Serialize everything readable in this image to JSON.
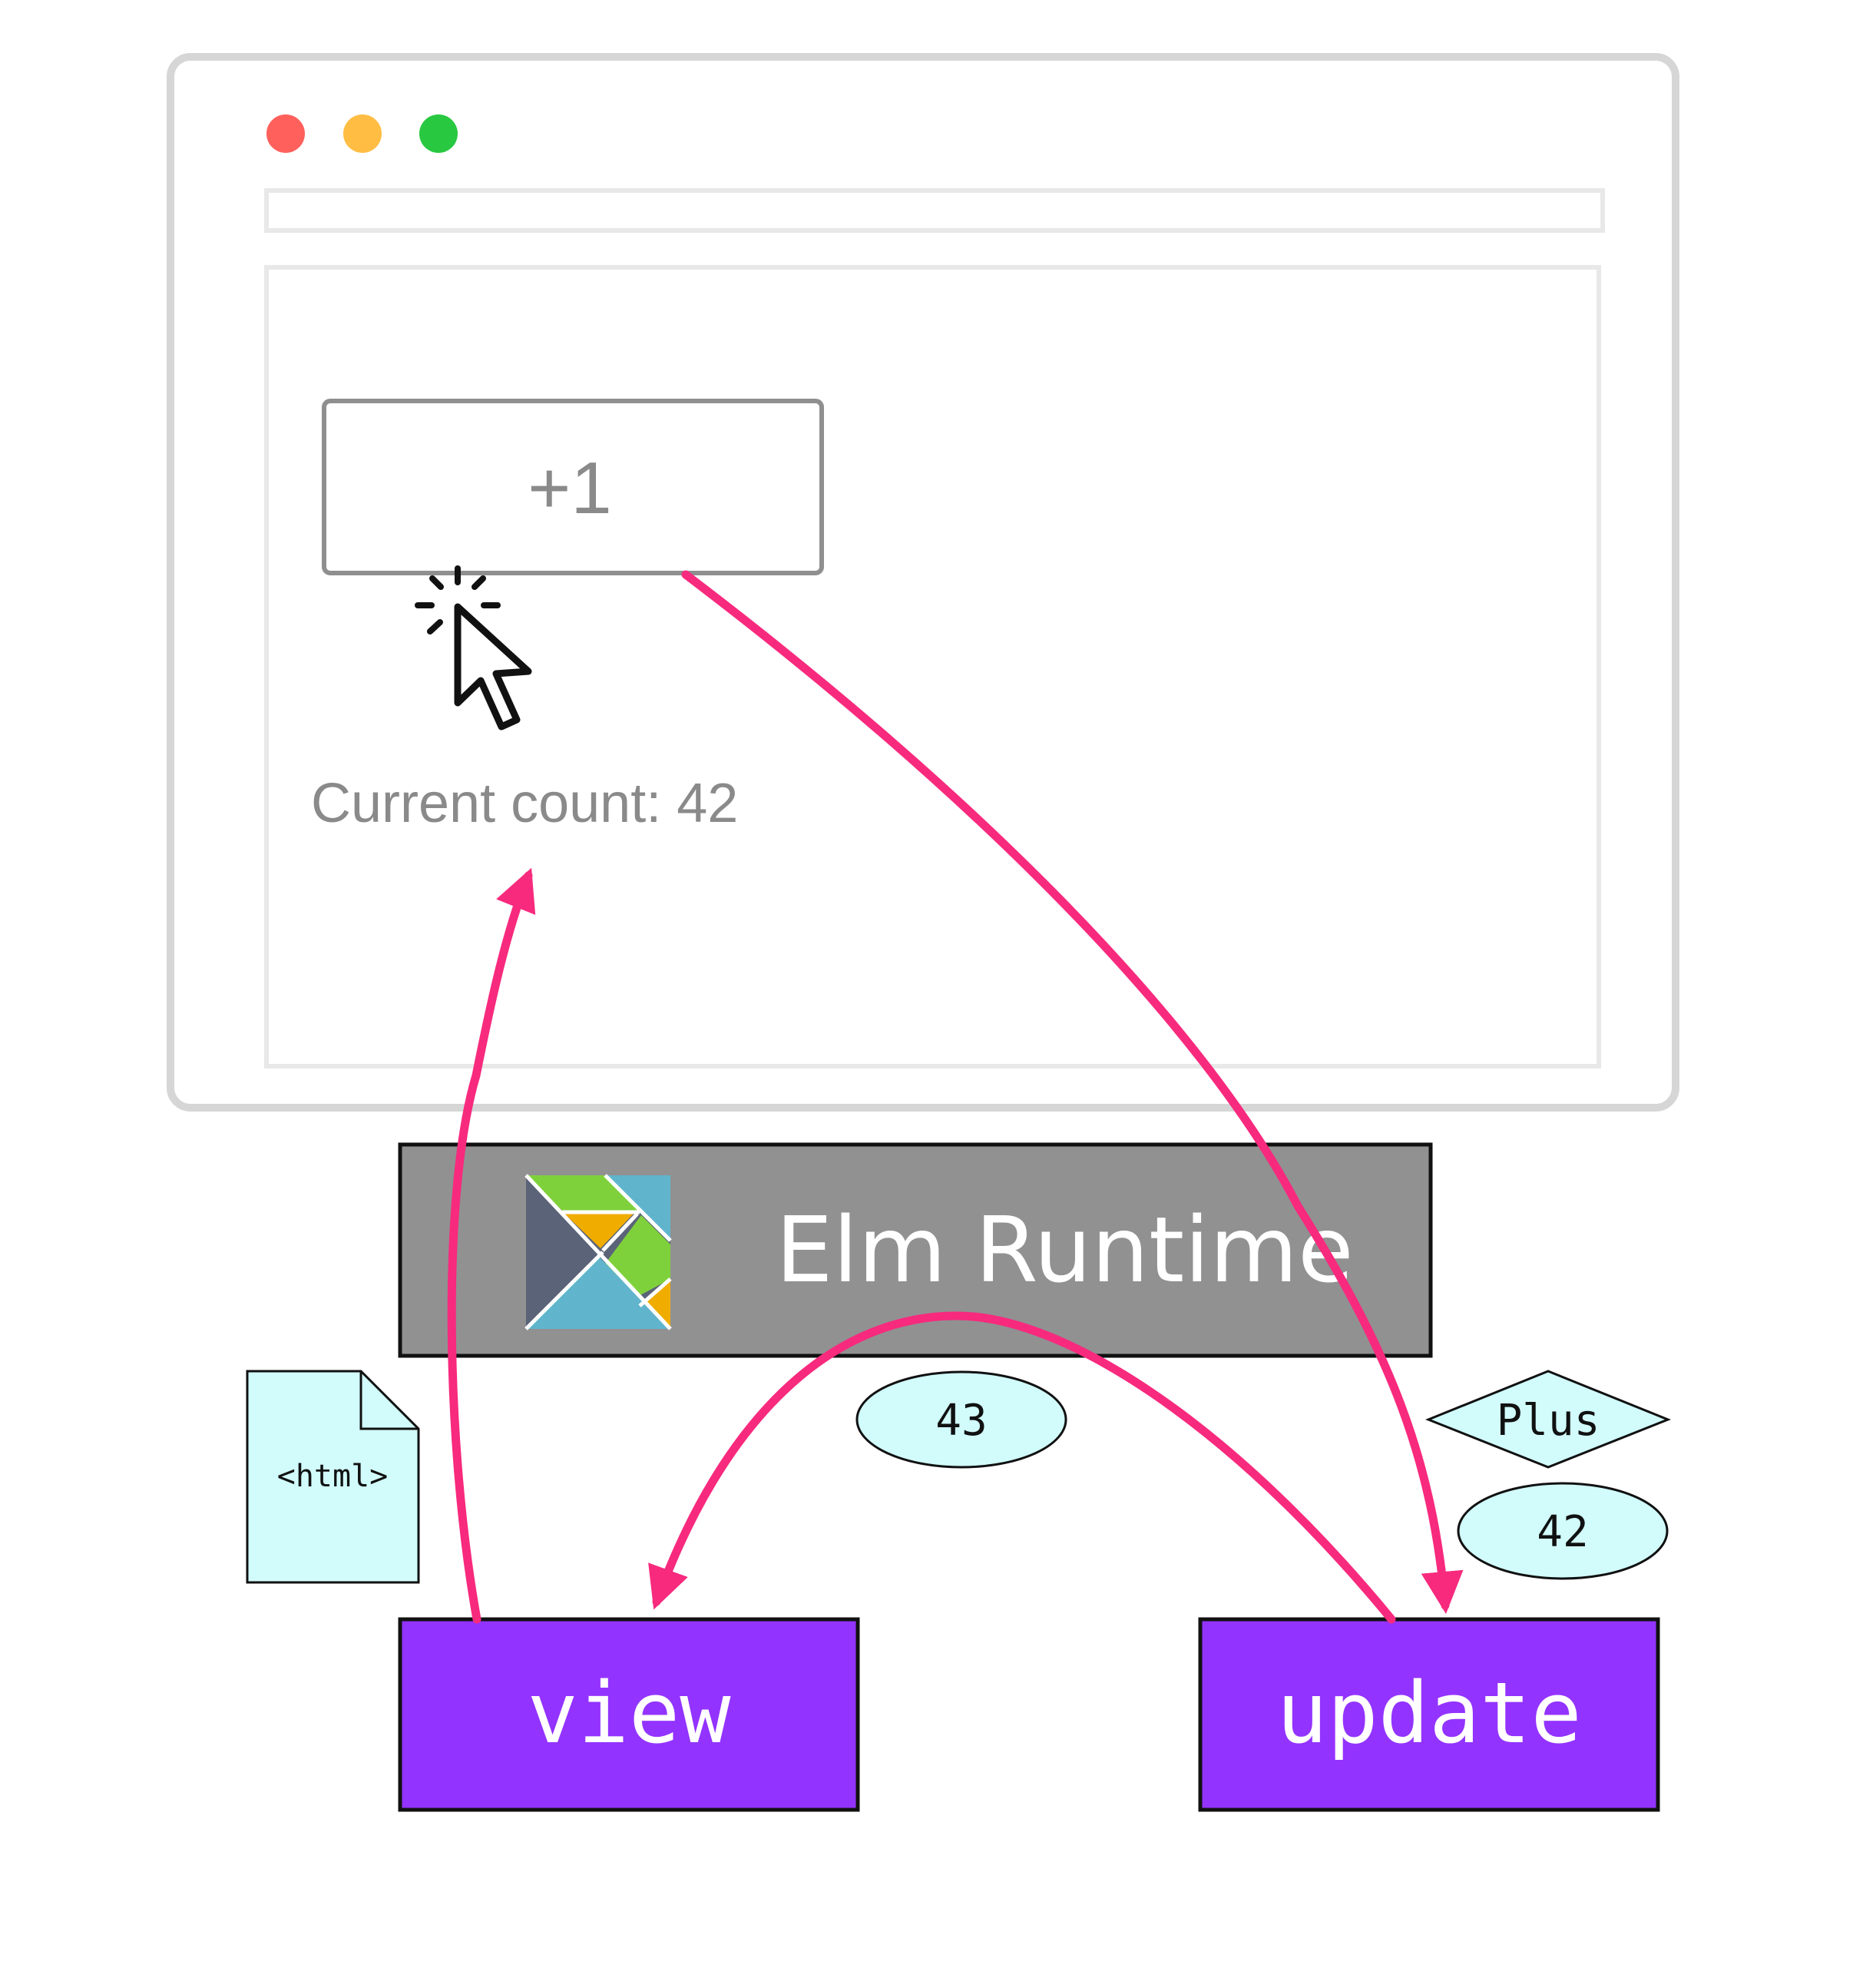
{
  "browser": {
    "traffic_lights": {
      "close_color": "#ff605c",
      "minimize_color": "#ffbd44",
      "maximize_color": "#28c840"
    }
  },
  "app": {
    "button_label": "+1",
    "count_text": "Current count: 42"
  },
  "runtime": {
    "label": "Elm Runtime",
    "logo_colors": {
      "slate": "#5a6378",
      "green": "#7fd13b",
      "orange": "#f0ad00",
      "blue": "#60b5cc"
    }
  },
  "functions": {
    "view_label": "view",
    "update_label": "update"
  },
  "values": {
    "html_doc": "<html>",
    "new_model": "43",
    "msg": "Plus",
    "old_model": "42"
  },
  "colors": {
    "arrow": "#f72a7e",
    "function_box": "#9333ff",
    "value_shape": "#d2fcfc"
  }
}
